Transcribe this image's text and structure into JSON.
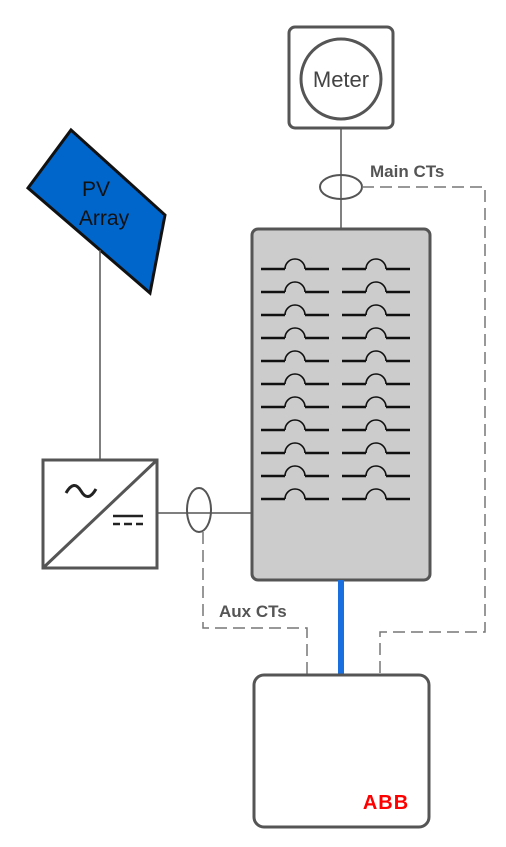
{
  "meter": {
    "label": "Meter"
  },
  "pv_array": {
    "line1": "PV",
    "line2": "Array"
  },
  "main_ct": {
    "label": "Main CTs"
  },
  "aux_ct": {
    "label": "Aux CTs"
  },
  "abb_logo": {
    "text": "ABB",
    "color": "#ff0000"
  },
  "colors": {
    "pv_fill": "#0066cc",
    "panel_fill": "#cccccc",
    "link_blue": "#1a6fe0",
    "line_gray": "#555555"
  },
  "breaker_panel": {
    "rows": 11,
    "columns": 2
  }
}
